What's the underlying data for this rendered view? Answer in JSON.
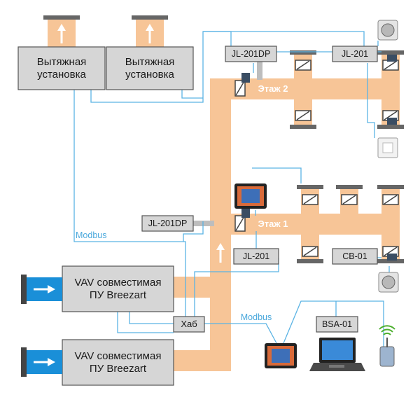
{
  "exhaust_units": [
    {
      "line1": "Вытяжная",
      "line2": "установка"
    },
    {
      "line1": "Вытяжная",
      "line2": "установка"
    }
  ],
  "supply_units": [
    {
      "line1": "VAV совместимая",
      "line2": "ПУ Breezart"
    },
    {
      "line1": "VAV совместимая",
      "line2": "ПУ Breezart"
    }
  ],
  "controllers": {
    "floor2_dp": "JL-201DP",
    "floor2_jl": "JL-201",
    "floor1_dp": "JL-201DP",
    "floor1_jl": "JL-201",
    "cb": "CB-01",
    "bsa": "BSA-01"
  },
  "hub": "Хаб",
  "floors": {
    "floor2": "Этаж 2",
    "floor1": "Этаж 1"
  },
  "modbus_labels": [
    "Modbus",
    "Modbus"
  ],
  "colors": {
    "duct": "#f7c597",
    "wire": "#5ab3e4",
    "box_fill": "#d6d6d6",
    "box_stroke": "#555555",
    "fan_blue": "#1a8fd8",
    "damper_cap": "#666666"
  }
}
